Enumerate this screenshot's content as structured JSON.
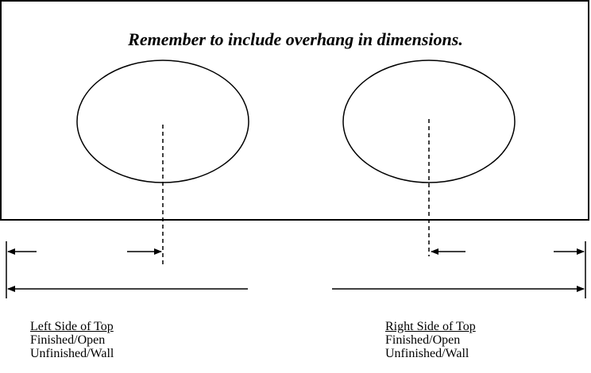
{
  "note": "Remember to include overhang in dimensions.",
  "left": {
    "title": "Left Side of Top",
    "options": [
      "Finished/Open",
      "Unfinished/Wall"
    ]
  },
  "right": {
    "title": "Right Side of Top",
    "options": [
      "Finished/Open",
      "Unfinished/Wall"
    ]
  }
}
